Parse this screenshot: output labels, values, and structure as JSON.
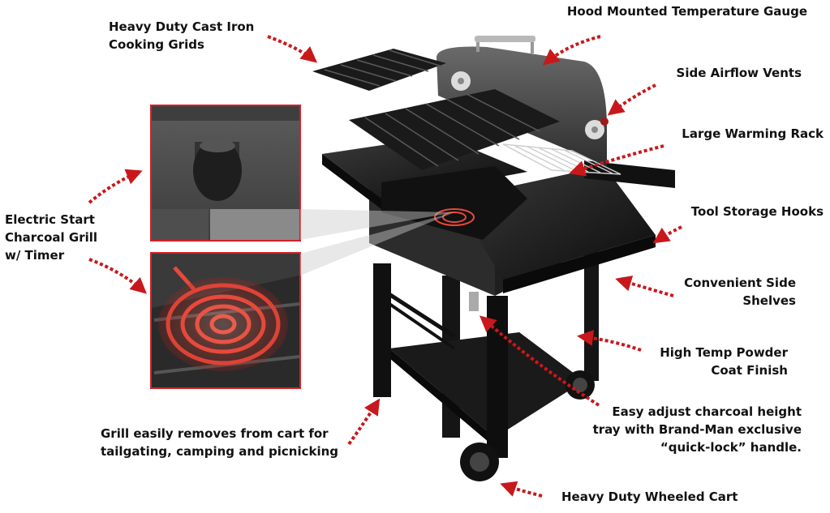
{
  "labels": {
    "cast_iron": [
      "Heavy Duty Cast Iron",
      "Cooking Grids"
    ],
    "temp_gauge": [
      "Hood Mounted Temperature Gauge"
    ],
    "airflow_vents": [
      "Side Airflow Vents"
    ],
    "warming_rack": [
      "Large Warming Rack"
    ],
    "electric_start": [
      "Electric Start",
      "Charcoal Grill",
      "w/ Timer"
    ],
    "tool_hooks": [
      "Tool Storage Hooks"
    ],
    "side_shelves": [
      "Convenient Side",
      "Shelves"
    ],
    "powder_coat": [
      "High Temp Powder",
      "Coat Finish"
    ],
    "charcoal_tray": [
      "Easy adjust charcoal height",
      "tray with Brand-Man exclusive",
      "“quick-lock” handle."
    ],
    "removable": [
      "Grill easily removes from cart for",
      "tailgating, camping and picnicking"
    ],
    "wheeled_cart": [
      "Heavy Duty Wheeled Cart"
    ]
  },
  "colors": {
    "arrow": "#c8181c",
    "callout_frame": "#d42027",
    "body": "#1b1b1b",
    "hood": "#4a4a4a",
    "element_glow": "#e8493a"
  }
}
